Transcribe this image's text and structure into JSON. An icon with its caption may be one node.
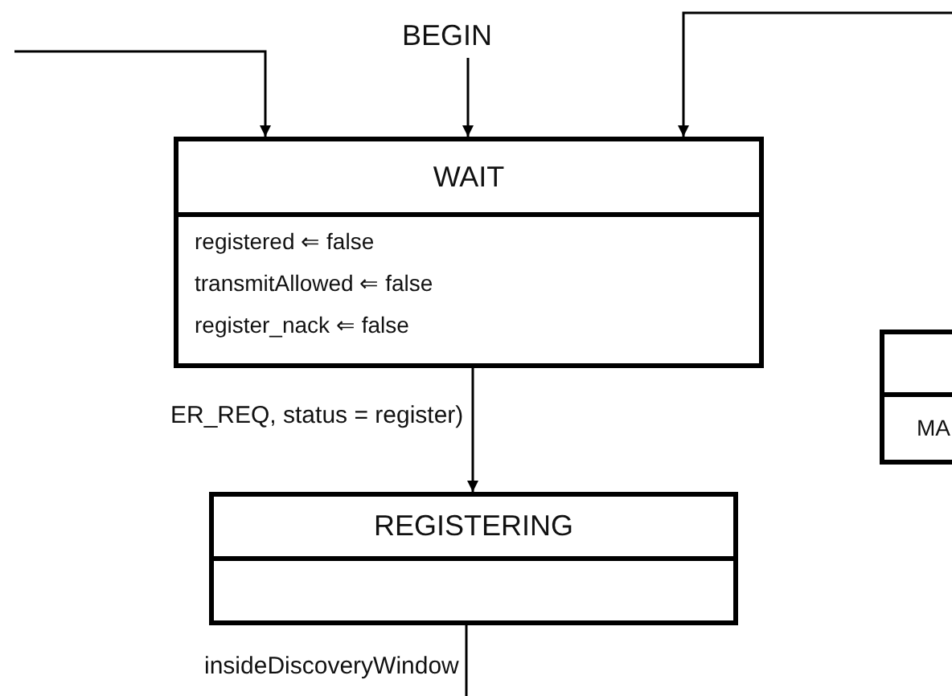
{
  "diagram": {
    "nodes": [
      {
        "text": [
          "BEGIN"
        ]
      },
      {
        "text": [
          "WAIT",
          "registered ⇐ false",
          "transmitAllowed ⇐ false",
          "register_nack ⇐ false"
        ]
      },
      {
        "text": [
          "MA"
        ]
      },
      {
        "text": [
          "REGISTERING"
        ]
      }
    ],
    "edges": [
      {
        "from": null,
        "to": 1,
        "arrow": "to"
      },
      {
        "from": 0,
        "to": 1,
        "arrow": "to"
      },
      {
        "from": null,
        "to": 1,
        "arrow": "to"
      },
      {
        "from": 1,
        "to": 3,
        "arrow": "to",
        "label": "ER_REQ, status = register)"
      },
      {
        "from": 3,
        "to": null,
        "arrow": "none",
        "label": "insideDiscoveryWindow"
      }
    ]
  }
}
